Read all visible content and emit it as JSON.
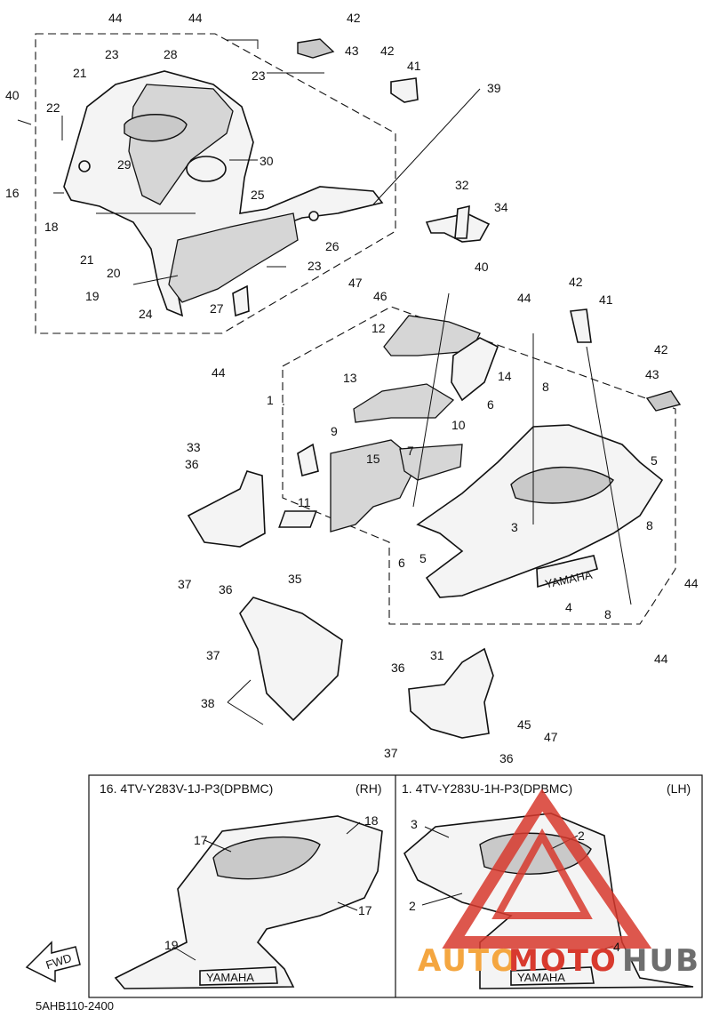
{
  "diagram_code": "5AHB110-2400",
  "fwd_label": "FWD",
  "watermark": {
    "left": "AUTO",
    "mid": "MOTO",
    "right": "HUB",
    "color_orange": "#f4a640",
    "color_red": "#d83a2e",
    "color_grey": "#6e6e6e"
  },
  "inset_right_panel": {
    "title": "16. 4TV-Y283V-1J-P3(DPBMC)",
    "side": "(RH)"
  },
  "inset_left_panel": {
    "title": "1. 4TV-Y283U-1H-P3(DPBMC)",
    "side": "(LH)"
  },
  "decal_text": "YAMAHA",
  "callouts": {
    "c44a": "44",
    "c42a": "42",
    "c44b": "44",
    "c23a": "23",
    "c28": "28",
    "c43a": "43",
    "c23b": "23",
    "c42b": "42",
    "c41a": "41",
    "c39": "39",
    "c21a": "21",
    "c40a": "40",
    "c22": "22",
    "c30": "30",
    "c29": "29",
    "c16": "16",
    "c25": "25",
    "c32": "32",
    "c34": "34",
    "c18": "18",
    "c26": "26",
    "c21b": "21",
    "c23c": "23",
    "c20": "20",
    "c40b": "40",
    "c47a": "47",
    "c19": "19",
    "c46": "46",
    "c24": "24",
    "c27": "27",
    "c44c": "44",
    "c42c": "42",
    "c41b": "41",
    "c12": "12",
    "c44d": "44",
    "c1": "1",
    "c14": "14",
    "c42d": "42",
    "c43b": "43",
    "c13": "13",
    "c8a": "8",
    "c6a": "6",
    "c10": "10",
    "c9": "9",
    "c15": "15",
    "c7": "7",
    "c5a": "5",
    "c33": "33",
    "c11": "11",
    "c36a": "36",
    "c3": "3",
    "c8b": "8",
    "c6b": "6",
    "c5b": "5",
    "c37a": "37",
    "c36b": "36",
    "c35": "35",
    "c44e": "44",
    "c4": "4",
    "c8c": "8",
    "c44f": "44",
    "c37b": "37",
    "c36c": "36",
    "c31": "31",
    "c38": "38",
    "c45": "45",
    "c47b": "47",
    "c37c": "37",
    "c36d": "36",
    "i17a": "17",
    "i18": "18",
    "i17b": "17",
    "i19": "19",
    "i3": "3",
    "i2a": "2",
    "i2b": "2",
    "i4": "4"
  }
}
